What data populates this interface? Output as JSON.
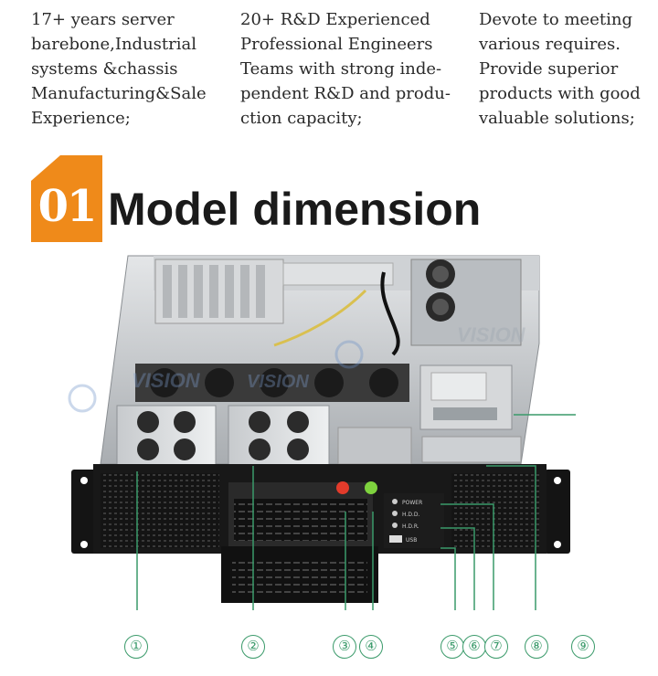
{
  "intro": {
    "col1": [
      "17+ years server",
      "barebone,Industrial",
      "systems &chassis",
      "Manufacturing&Sale",
      "Experience;"
    ],
    "col2": [
      "20+ R&D Experienced",
      "Professional Engineers",
      "Teams with strong inde-",
      "pendent R&D and produ-",
      "ction capacity;"
    ],
    "col3": [
      "Devote to meeting",
      "various requires.",
      "Provide superior",
      "products with good",
      "valuable solutions;"
    ]
  },
  "section": {
    "number": "01",
    "title": "Model dimension"
  },
  "watermark": {
    "text": "VISION",
    "text2": "VISION",
    "text3": "VISION"
  },
  "panel": {
    "power": "POWER",
    "hdd": "H.D.D.",
    "hdd2": "H.D.R.",
    "usb": "USB"
  },
  "callouts": [
    "①",
    "②",
    "③",
    "④",
    "⑤",
    "⑥",
    "⑦",
    "⑧",
    "⑨"
  ],
  "colors": {
    "accent_orange": "#ef8a1a",
    "callout_green": "#3a9a6a"
  }
}
